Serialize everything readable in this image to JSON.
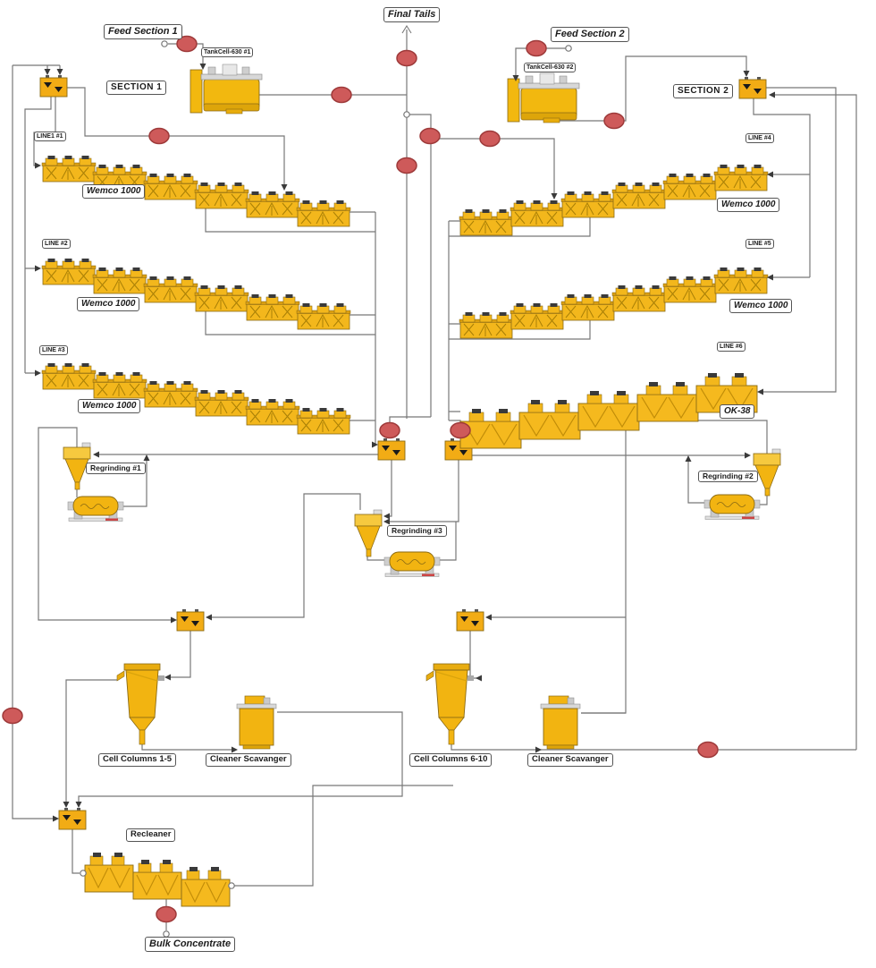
{
  "diagram": {
    "type": "flotation-plant-flowsheet",
    "labels": {
      "feed_section_1": "Feed Section 1",
      "final_tails": "Final Tails",
      "feed_section_2": "Feed Section 2",
      "tankcell_1": "TankCell-630 #1",
      "tankcell_2": "TankCell-630 #2",
      "section_1": "SECTION 1",
      "section_2": "SECTION 2",
      "line_1": "LINE1 #1",
      "line_2": "LINE #2",
      "line_3": "LINE #3",
      "line_4": "LINE #4",
      "line_5": "LINE #5",
      "line_6": "LINE #6",
      "wemco_1000": "Wemco 1000",
      "ok_38": "OK-38",
      "regrinding_1": "Regrinding #1",
      "regrinding_2": "Regrinding #2",
      "regrinding_3": "Regrinding #3",
      "cell_columns_1_5": "Cell Columns 1-5",
      "cell_columns_6_10": "Cell Columns 6-10",
      "cleaner_scavanger": "Cleaner Scavanger",
      "recleaner": "Recleaner",
      "bulk_concentrate": "Bulk Concentrate"
    },
    "colors": {
      "line": "#787878",
      "equipment_yellow": "#F2B411",
      "equipment_dark": "#DDA50A",
      "sample_point": "#CE5A5A",
      "label_border": "#555555"
    }
  }
}
